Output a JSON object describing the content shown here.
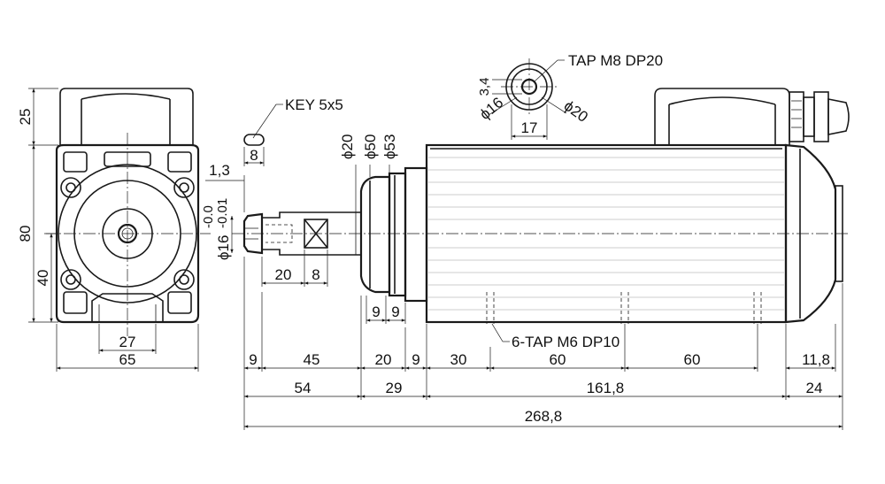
{
  "front_view": {
    "dims": {
      "height_total": "80",
      "height_box": "25",
      "height_lower": "40",
      "width_total": "65",
      "width_slot": "27"
    }
  },
  "shaft": {
    "key_label": "KEY 5x5",
    "key_width": "8",
    "shoulder": "1,3",
    "dia_label": "ϕ16",
    "tol_upper": "-0.0",
    "tol_lower": "-0.01",
    "len_20": "20",
    "len_8": "8"
  },
  "nose": {
    "d20": "ϕ20",
    "d50": "ϕ50",
    "d53": "ϕ53",
    "w9a": "9",
    "w9b": "9"
  },
  "detail": {
    "tap_label": "TAP M8 DP20",
    "d16": "ϕ16",
    "d20": "ϕ20",
    "offset": "3,4",
    "width17": "17"
  },
  "body": {
    "tap_label": "6-TAP M6 DP10"
  },
  "bottom_dims": {
    "row1": [
      "9",
      "45",
      "20",
      "9",
      "30",
      "60",
      "60",
      "11,8"
    ],
    "row2": [
      "54",
      "29",
      "161,8",
      "24"
    ],
    "row3": "268,8"
  }
}
